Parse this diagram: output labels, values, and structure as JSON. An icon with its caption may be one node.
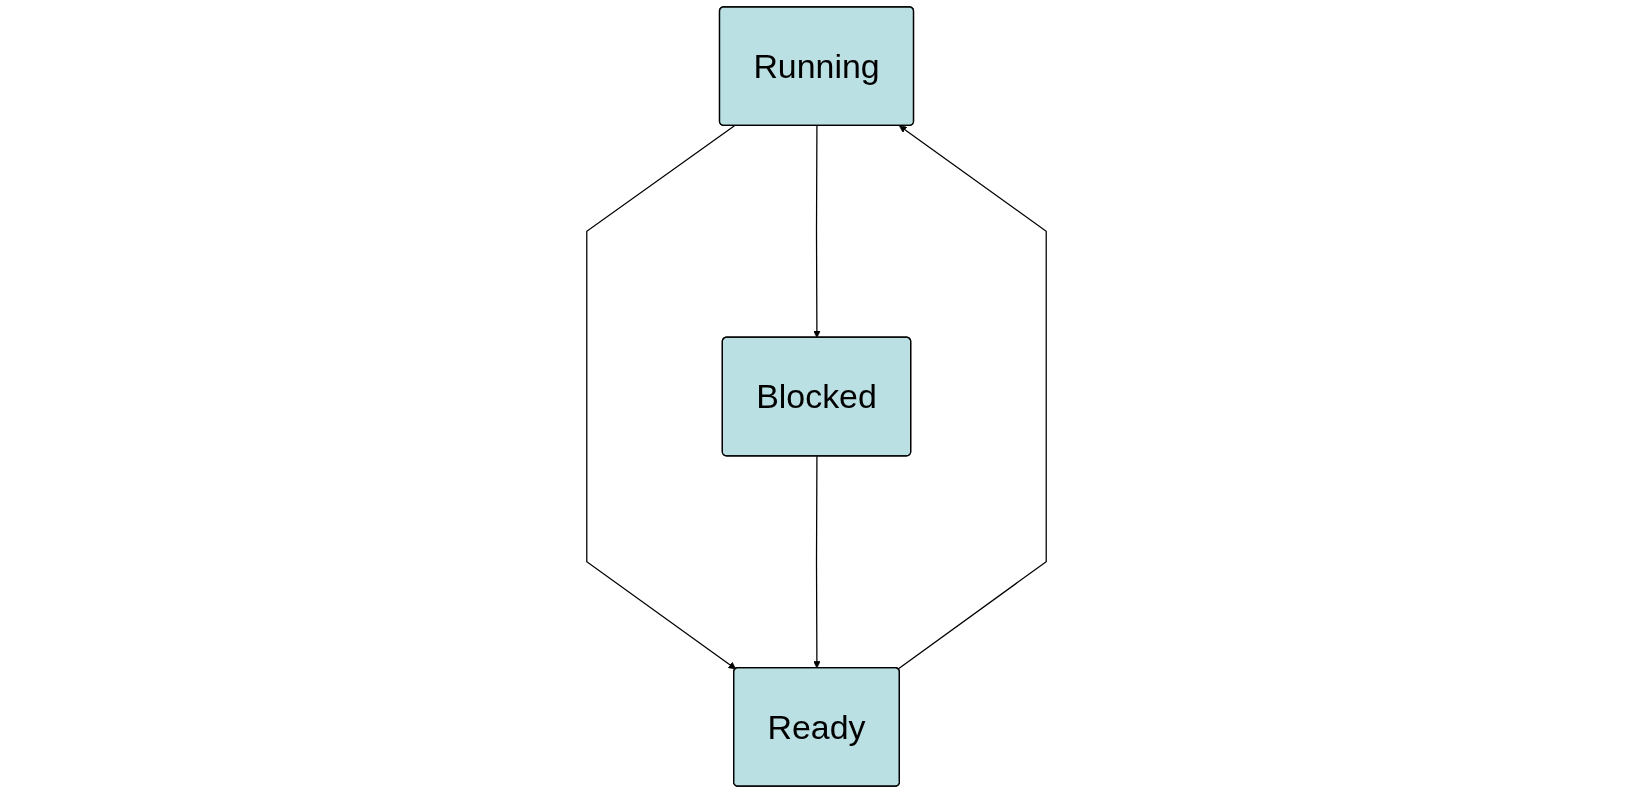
{
  "diagram": {
    "nodes": [
      {
        "text": [
          "Running"
        ]
      },
      {
        "text": [
          "Ready"
        ]
      },
      {
        "text": [
          "Blocked"
        ]
      }
    ],
    "edges": [
      {
        "from": 1,
        "to": 0,
        "arrow": "to"
      },
      {
        "from": 0,
        "to": 1,
        "arrow": "to"
      },
      {
        "from": 0,
        "to": 2,
        "arrow": "to"
      },
      {
        "from": 2,
        "to": 1,
        "arrow": "to"
      }
    ]
  }
}
